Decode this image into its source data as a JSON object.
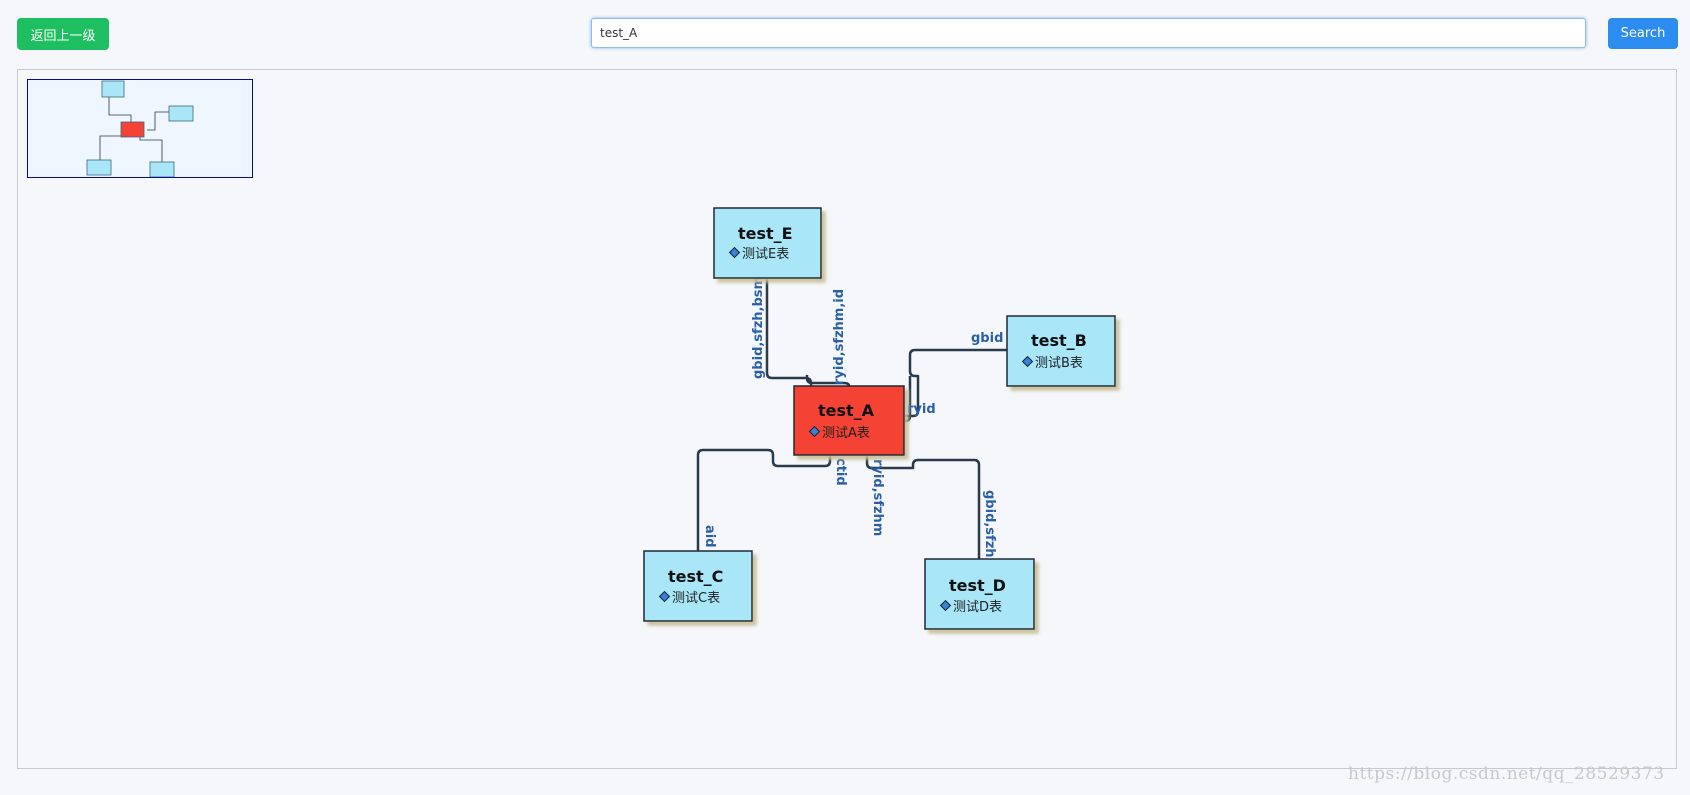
{
  "toolbar": {
    "back_label": "返回上一级",
    "search_value": "test_A",
    "search_label": "Search"
  },
  "diagram": {
    "nodes": {
      "A": {
        "title": "test_A",
        "subtitle": "测试A表",
        "highlight": true
      },
      "B": {
        "title": "test_B",
        "subtitle": "测试B表",
        "highlight": false
      },
      "C": {
        "title": "test_C",
        "subtitle": "测试C表",
        "highlight": false
      },
      "D": {
        "title": "test_D",
        "subtitle": "测试D表",
        "highlight": false
      },
      "E": {
        "title": "test_E",
        "subtitle": "测试E表",
        "highlight": false
      }
    },
    "edges": [
      {
        "from": "E",
        "to": "A",
        "label": "gbid,sfzh,bsm"
      },
      {
        "from": "E",
        "to": "A",
        "label": "ryid,sfzhm,id"
      },
      {
        "from": "B",
        "to": "A",
        "label": "gbid"
      },
      {
        "from": "B",
        "to": "A",
        "label": "ryid"
      },
      {
        "from": "C",
        "to": "A",
        "label": "aid"
      },
      {
        "from": "C",
        "to": "A",
        "label": "ctid"
      },
      {
        "from": "D",
        "to": "A",
        "label": "ryid,sfzhm"
      },
      {
        "from": "D",
        "to": "A",
        "label": "gbid,sfzh"
      }
    ],
    "colors": {
      "node_fill": "#a8e6f8",
      "highlight_fill": "#f44336",
      "edge_stroke": "#2b3a4a",
      "label_color": "#2a5fa8"
    }
  },
  "watermark": "https://blog.csdn.net/qq_28529373"
}
